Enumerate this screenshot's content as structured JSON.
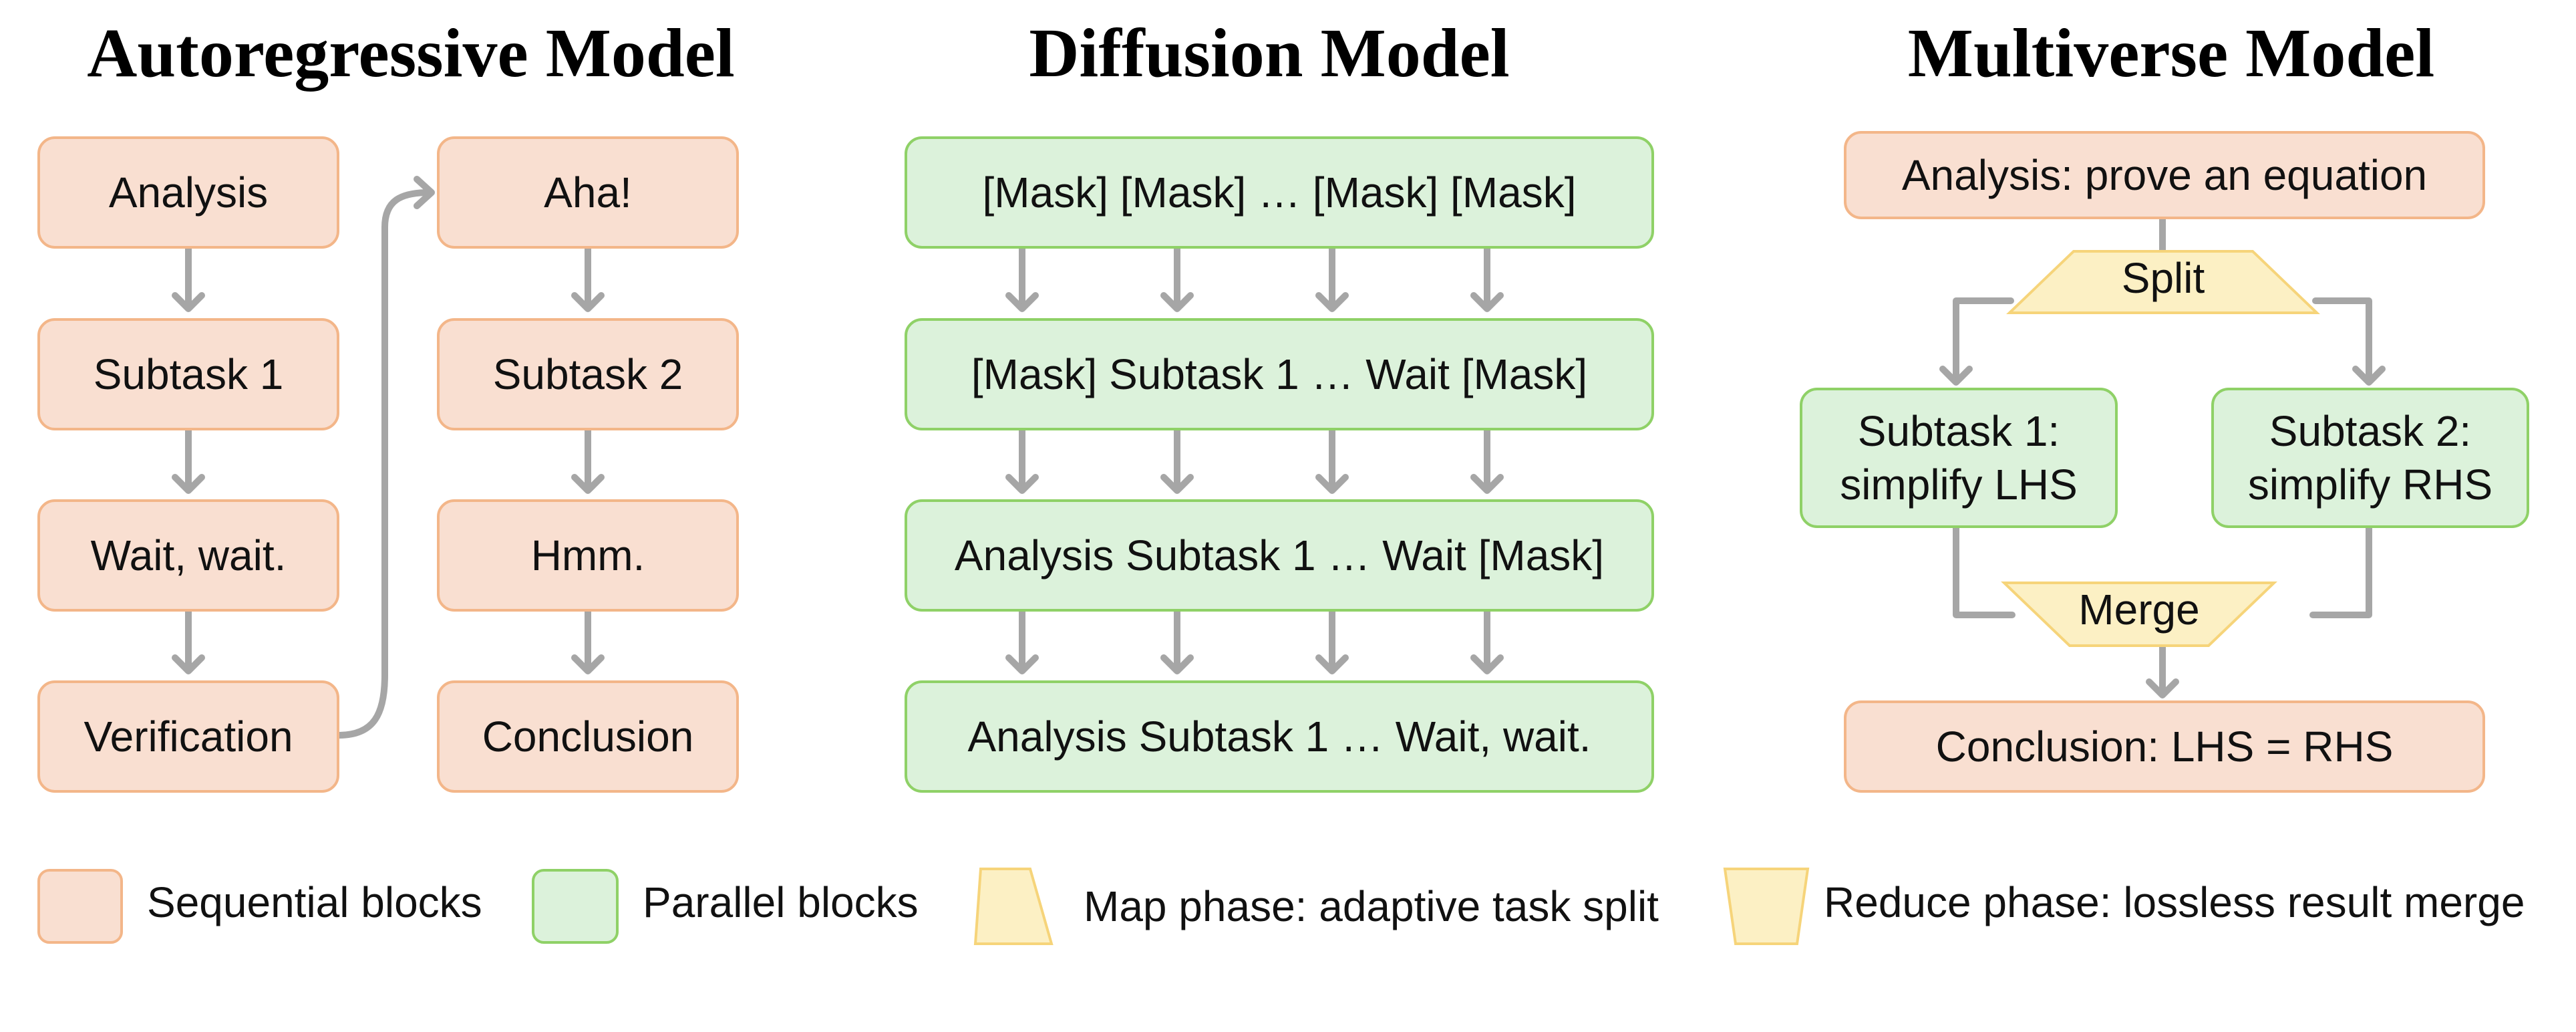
{
  "titles": {
    "autoregressive": "Autoregressive Model",
    "diffusion": "Diffusion Model",
    "multiverse": "Multiverse Model"
  },
  "autoregressive": {
    "left_column": [
      "Analysis",
      "Subtask 1",
      "Wait, wait.",
      "Verification"
    ],
    "right_column": [
      "Aha!",
      "Subtask 2",
      "Hmm.",
      "Conclusion"
    ]
  },
  "diffusion": {
    "rows": [
      "[Mask]  [Mask] … [Mask]  [Mask]",
      "[Mask] Subtask 1 … Wait [Mask]",
      "Analysis Subtask 1 … Wait [Mask]",
      "Analysis Subtask 1 … Wait, wait."
    ]
  },
  "multiverse": {
    "analysis": "Analysis: prove an equation",
    "split": "Split",
    "subtask1": "Subtask 1:\nsimplify LHS",
    "subtask2": "Subtask 2:\nsimplify RHS",
    "merge": "Merge",
    "conclusion": "Conclusion: LHS = RHS"
  },
  "legend": {
    "sequential": "Sequential blocks",
    "parallel": "Parallel blocks",
    "map": "Map phase: adaptive task split",
    "reduce": "Reduce phase: lossless result merge"
  },
  "colors": {
    "sequential_fill": "#f9dfd1",
    "sequential_border": "#f3b689",
    "parallel_fill": "#dcf2db",
    "parallel_border": "#8fd167",
    "phase_fill": "#fcf0c4",
    "phase_border": "#f6d47a",
    "connector": "#a6a6a6"
  }
}
